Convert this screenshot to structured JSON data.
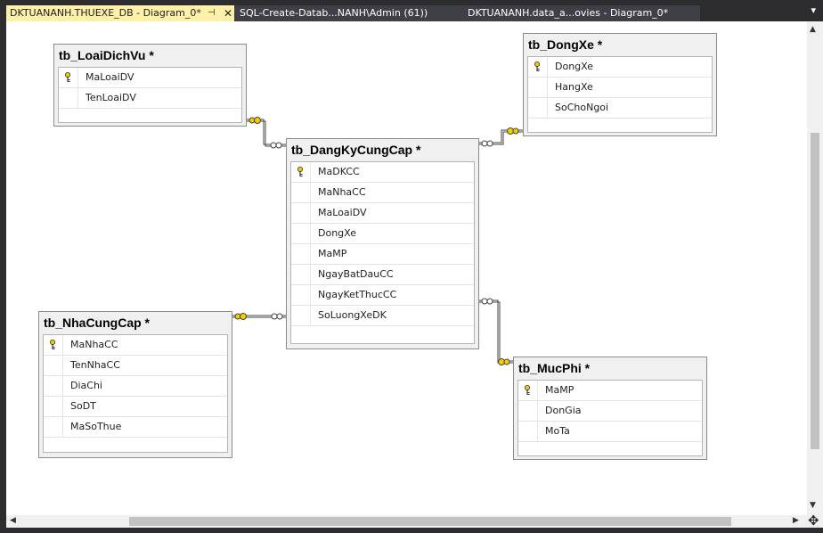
{
  "tabs": [
    {
      "label": "DKTUANANH.THUEXE_DB - Diagram_0*",
      "active": true
    },
    {
      "label": "SQL-Create-Datab...NANH\\Admin (61))",
      "active": false
    },
    {
      "label": "DKTUANANH.data_a...ovies - Diagram_0*",
      "active": false
    }
  ],
  "tab_icons": {
    "pin": "pin-icon",
    "close": "close-icon",
    "overflow": "tab-overflow-icon"
  },
  "glyphs": {
    "pin": "⊣",
    "close": "✕",
    "overflow": "▾",
    "up": "▲",
    "down": "▼",
    "left": "◀",
    "right": "▶",
    "move": "✥"
  },
  "tables": {
    "loaidichvu": {
      "title": "tb_LoaiDichVu *",
      "columns": [
        {
          "name": "MaLoaiDV",
          "pk": true
        },
        {
          "name": "TenLoaiDV",
          "pk": false
        }
      ]
    },
    "dongxe": {
      "title": "tb_DongXe *",
      "columns": [
        {
          "name": "DongXe",
          "pk": true
        },
        {
          "name": "HangXe",
          "pk": false
        },
        {
          "name": "SoChoNgoi",
          "pk": false
        }
      ]
    },
    "dangky": {
      "title": "tb_DangKyCungCap *",
      "columns": [
        {
          "name": "MaDKCC",
          "pk": true
        },
        {
          "name": "MaNhaCC",
          "pk": false
        },
        {
          "name": "MaLoaiDV",
          "pk": false
        },
        {
          "name": "DongXe",
          "pk": false
        },
        {
          "name": "MaMP",
          "pk": false
        },
        {
          "name": "NgayBatDauCC",
          "pk": false
        },
        {
          "name": "NgayKetThucCC",
          "pk": false
        },
        {
          "name": "SoLuongXeDK",
          "pk": false
        }
      ]
    },
    "nhacungcap": {
      "title": "tb_NhaCungCap *",
      "columns": [
        {
          "name": "MaNhaCC",
          "pk": true
        },
        {
          "name": "TenNhaCC",
          "pk": false
        },
        {
          "name": "DiaChi",
          "pk": false
        },
        {
          "name": "SoDT",
          "pk": false
        },
        {
          "name": "MaSoThue",
          "pk": false
        }
      ]
    },
    "mucphi": {
      "title": "tb_MucPhi *",
      "columns": [
        {
          "name": "MaMP",
          "pk": true
        },
        {
          "name": "DonGia",
          "pk": false
        },
        {
          "name": "MoTa",
          "pk": false
        }
      ]
    }
  },
  "relationships": [
    {
      "from": "tb_DangKyCungCap",
      "to": "tb_LoaiDichVu"
    },
    {
      "from": "tb_DangKyCungCap",
      "to": "tb_DongXe"
    },
    {
      "from": "tb_DangKyCungCap",
      "to": "tb_NhaCungCap"
    },
    {
      "from": "tb_DangKyCungCap",
      "to": "tb_MucPhi"
    }
  ],
  "colors": {
    "active_tab": "#fff1a9",
    "key_icon": "#f2d000",
    "relationship_line": "#444444"
  }
}
